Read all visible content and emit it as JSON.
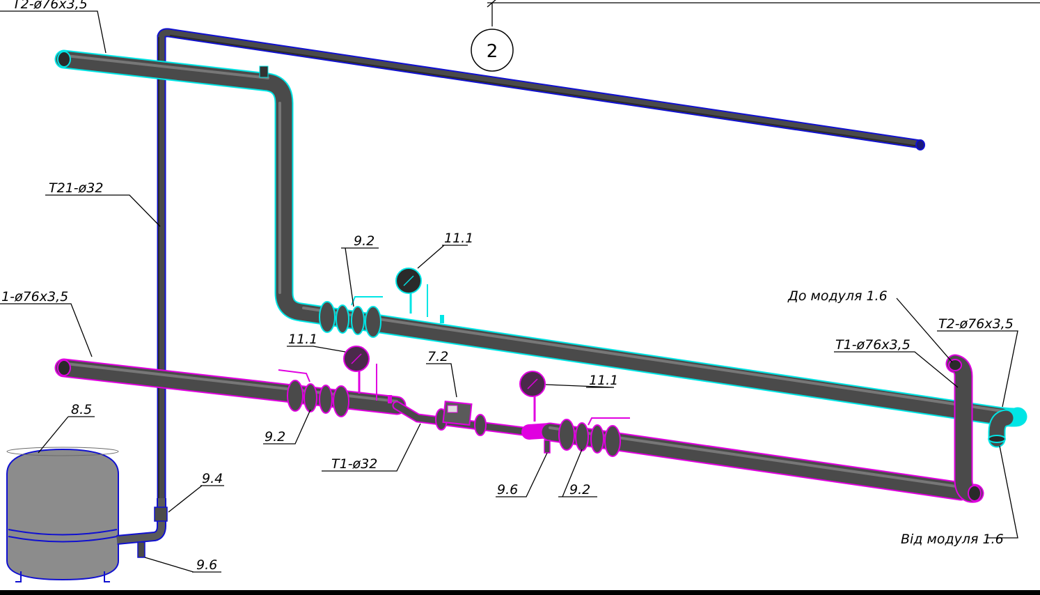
{
  "colors": {
    "return_outline": "#00e5e5",
    "supply_outline": "#e000e0",
    "bypass_outline": "#1010d0",
    "pipe_fill": "#4a4a4a",
    "tank_fill": "#8c8c8c",
    "paper": "#ffffff"
  },
  "labels": {
    "t2_top": "T2-ø76x3,5",
    "t21": "T21-ø32",
    "t1_left": "1-ø76x3,5",
    "tank": "8.5",
    "valve_top": "9.2",
    "gauge_top": "11.1",
    "gauge_left": "11.1",
    "meter": "7.2",
    "gauge_right": "11.1",
    "valve_left": "9.2",
    "t1_reducer": "T1-ø32",
    "drain_mid": "9.6",
    "valve_right": "9.2",
    "tank_valve": "9.4",
    "tank_drain": "9.6",
    "to_module": "До модуля 1.6",
    "t2_right": "T2-ø76x3,5",
    "t1_right": "T1-ø76x3,5",
    "from_module": "Від модуля 1.6",
    "section_mark": "2"
  }
}
